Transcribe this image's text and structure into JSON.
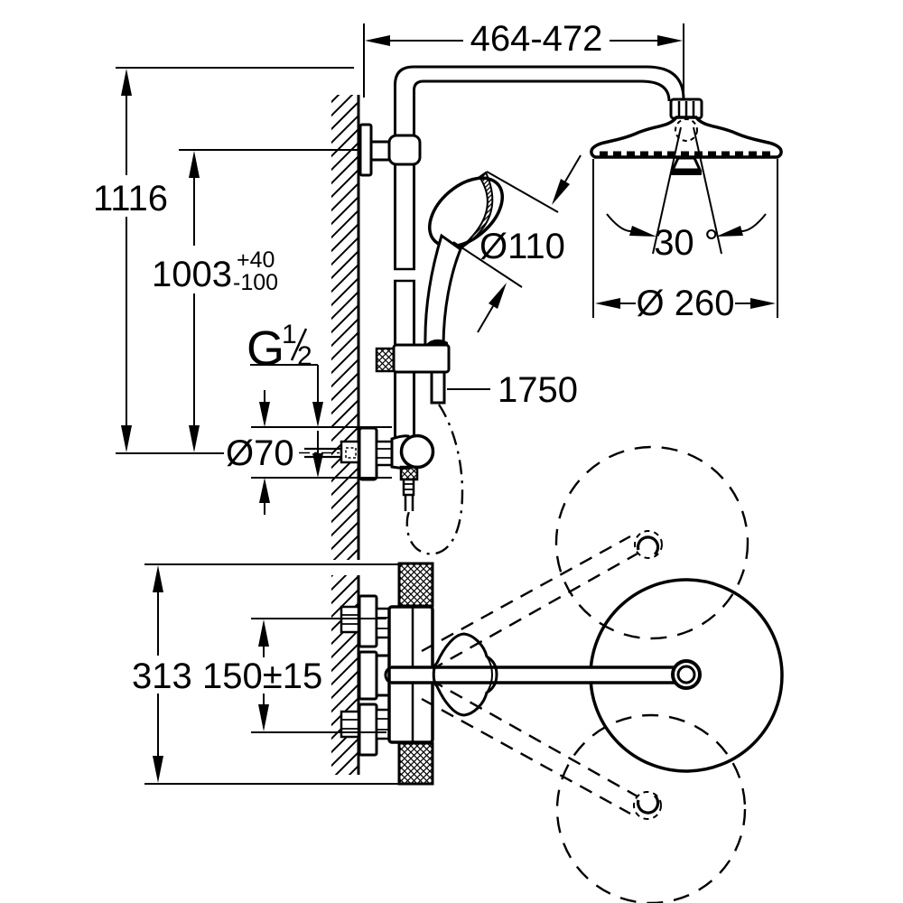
{
  "drawing": {
    "type": "technical-dimension-drawing",
    "subject": "shower-system-with-thermostat",
    "background": "#ffffff",
    "line_color": "#000000",
    "labels": {
      "width_range": "464-472",
      "total_height": "1116",
      "rail_height": "1003",
      "rail_height_tol_plus": "+40",
      "rail_height_tol_minus": "-100",
      "thread_g": "G",
      "thread_numerator": "1",
      "thread_denominator": "2",
      "escutcheon_diameter": "Ø70",
      "hand_shower_diameter": "Ø110",
      "hose_length": "1750",
      "spray_angle": "30 °",
      "head_shower_diameter": "Ø 260",
      "depth": "313",
      "inlet_spacing": "150±15"
    }
  }
}
